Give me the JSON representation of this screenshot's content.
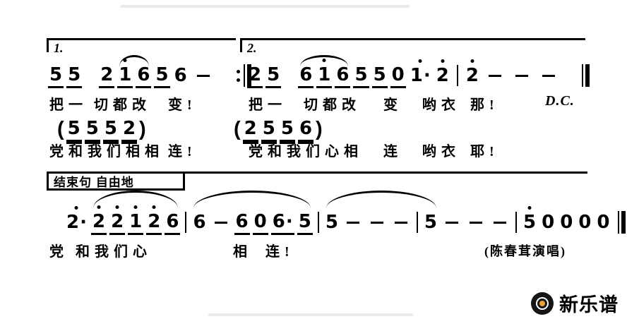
{
  "voltas": {
    "first_label": "1.",
    "second_label": "2."
  },
  "notation": {
    "line1_left": {
      "tokens": [
        {
          "k": "n",
          "t": "5",
          "u": 1
        },
        {
          "k": "n",
          "t": "5",
          "u": 1
        },
        {
          "k": "gap"
        },
        {
          "k": "n",
          "t": "2",
          "u": 1
        },
        {
          "k": "n",
          "t": "1",
          "u": 1,
          "hd": true
        },
        {
          "k": "n",
          "t": "6",
          "u": 1
        },
        {
          "k": "n",
          "t": "5",
          "u": 1
        },
        {
          "k": "n",
          "t": "6"
        },
        {
          "k": "dash"
        },
        {
          "k": "gap"
        },
        {
          "k": "repeat"
        }
      ],
      "arcs": [
        {
          "from": 4,
          "to": 5
        }
      ]
    },
    "line1_right": {
      "tokens": [
        {
          "k": "n",
          "t": "2",
          "u": 1
        },
        {
          "k": "n",
          "t": "5",
          "u": 1
        },
        {
          "k": "gap"
        },
        {
          "k": "n",
          "t": "6",
          "u": 1
        },
        {
          "k": "n",
          "t": "1",
          "u": 1,
          "hd": true
        },
        {
          "k": "n",
          "t": "6",
          "u": 1
        },
        {
          "k": "n",
          "t": "5",
          "u": 1
        },
        {
          "k": "n",
          "t": "5",
          "u": 1
        },
        {
          "k": "n",
          "t": "0",
          "u": 1
        },
        {
          "k": "n",
          "t": "1",
          "hd": true,
          "da": true
        },
        {
          "k": "n",
          "t": "2",
          "hd": true
        },
        {
          "k": "bar"
        },
        {
          "k": "n",
          "t": "2",
          "hd": true
        },
        {
          "k": "dash"
        },
        {
          "k": "dash"
        },
        {
          "k": "dash"
        },
        {
          "k": "gap"
        },
        {
          "k": "final"
        }
      ],
      "arcs": [
        {
          "from": 3,
          "to": 5
        }
      ]
    },
    "backing_left": {
      "tokens": [
        {
          "k": "po"
        },
        {
          "k": "n",
          "t": "5",
          "u": 2
        },
        {
          "k": "n",
          "t": "5",
          "u": 2
        },
        {
          "k": "n",
          "t": "5",
          "u": 2
        },
        {
          "k": "n",
          "t": "2",
          "u": 2
        },
        {
          "k": "pc"
        }
      ],
      "arcs": []
    },
    "backing_right": {
      "tokens": [
        {
          "k": "po"
        },
        {
          "k": "n",
          "t": "2",
          "u": 2
        },
        {
          "k": "n",
          "t": "5",
          "u": 2
        },
        {
          "k": "n",
          "t": "5",
          "u": 2
        },
        {
          "k": "n",
          "t": "6",
          "u": 2
        },
        {
          "k": "pc"
        }
      ],
      "arcs": []
    },
    "ending": {
      "tokens": [
        {
          "k": "n",
          "t": "2",
          "hd": true,
          "da": true
        },
        {
          "k": "n",
          "t": "2",
          "hd": true,
          "u": 1
        },
        {
          "k": "n",
          "t": "2",
          "hd": true,
          "u": 1
        },
        {
          "k": "n",
          "t": "1",
          "hd": true,
          "u": 1
        },
        {
          "k": "n",
          "t": "2",
          "hd": true,
          "u": 1
        },
        {
          "k": "n",
          "t": "6",
          "u": 1
        },
        {
          "k": "bar"
        },
        {
          "k": "n",
          "t": "6"
        },
        {
          "k": "dash"
        },
        {
          "k": "n",
          "t": "6",
          "u": 1
        },
        {
          "k": "n",
          "t": "0",
          "u": 1
        },
        {
          "k": "n",
          "t": "6",
          "da": true,
          "u": 1
        },
        {
          "k": "n",
          "t": "5",
          "u": 1
        },
        {
          "k": "bar"
        },
        {
          "k": "n",
          "t": "5"
        },
        {
          "k": "dash"
        },
        {
          "k": "dash"
        },
        {
          "k": "dash"
        },
        {
          "k": "bar"
        },
        {
          "k": "n",
          "t": "5"
        },
        {
          "k": "dash"
        },
        {
          "k": "dash"
        },
        {
          "k": "dash"
        },
        {
          "k": "bar"
        },
        {
          "k": "n",
          "t": "5",
          "hd": true
        },
        {
          "k": "n",
          "t": "0"
        },
        {
          "k": "n",
          "t": "0"
        },
        {
          "k": "n",
          "t": "0"
        },
        {
          "k": "n",
          "t": "0"
        },
        {
          "k": "final"
        }
      ],
      "arcs": [
        {
          "from": 1,
          "to": 5
        },
        {
          "from": 7,
          "to": 12
        },
        {
          "from": 14,
          "to": 19
        }
      ]
    }
  },
  "lyrics": {
    "row1": {
      "s1": "把一",
      "s2": "切都改",
      "s3": "变!",
      "s4": "把一",
      "s5": "切都改",
      "s6": "变",
      "s7": "哟衣",
      "s8": "那!",
      "dc": "D.C."
    },
    "row2": {
      "s1": "党和我们相相",
      "s2": "连!",
      "s3": "党和我们心相",
      "s4": "连",
      "s5": "哟衣",
      "s6": "耶!"
    },
    "ending": {
      "s1": "党",
      "s2": "和我们心",
      "s3": "相",
      "s4": "连!",
      "credit": "(陈春茸演唱)"
    }
  },
  "ending_section": {
    "label": "结束句 自由地"
  },
  "logo": {
    "name": "新乐谱"
  }
}
